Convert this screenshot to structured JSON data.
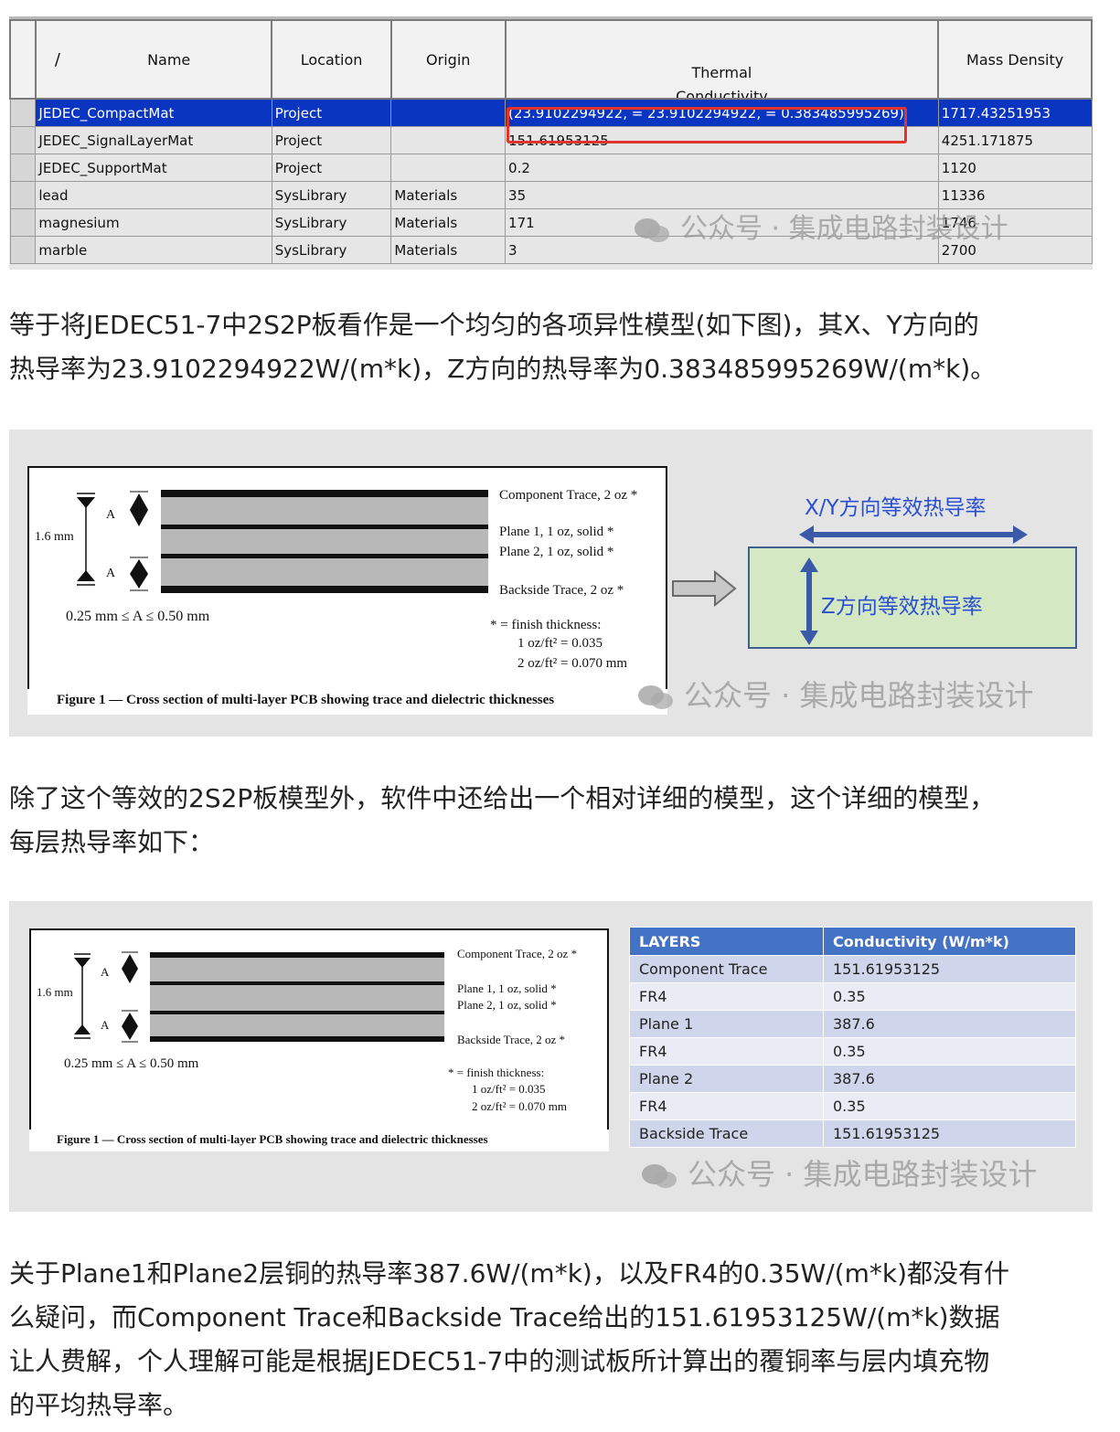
{
  "materials": {
    "headers": {
      "corner_mark": "/",
      "name": "Name",
      "location": "Location",
      "origin": "Origin",
      "thermal_line1": "Thermal",
      "thermal_line2": "Conductivity",
      "mass_density": "Mass Density"
    },
    "rows": [
      {
        "name": "JEDEC_CompactMat",
        "location": "Project",
        "origin": "",
        "conductivity": "(23.9102294922,  = 23.9102294922,  = 0.383485995269)",
        "density": "1717.43251953",
        "selected": true
      },
      {
        "name": "JEDEC_SignalLayerMat",
        "location": "Project",
        "origin": "",
        "conductivity": "151.61953125",
        "density": "4251.171875"
      },
      {
        "name": "JEDEC_SupportMat",
        "location": "Project",
        "origin": "",
        "conductivity": "0.2",
        "density": "1120"
      },
      {
        "name": "lead",
        "location": "SysLibrary",
        "origin": "Materials",
        "conductivity": "35",
        "density": "11336"
      },
      {
        "name": "magnesium",
        "location": "SysLibrary",
        "origin": "Materials",
        "conductivity": "171",
        "density": "1746"
      },
      {
        "name": "marble",
        "location": "SysLibrary",
        "origin": "Materials",
        "conductivity": "3",
        "density": "2700"
      }
    ]
  },
  "watermark": "公众号 · 集成电路封装设计",
  "paragraphs": {
    "p1_l1": "等于将JEDEC51-7中2S2P板看作是一个均匀的各项异性模型(如下图)，其X、Y方向的",
    "p1_l2": "热导率为23.9102294922W/(m*k)，Z方向的热导率为0.383485995269W/(m*k)。",
    "p2_l1": "除了这个等效的2S2P板模型外，软件中还给出一个相对详细的模型，这个详细的模型，",
    "p2_l2": "每层热导率如下：",
    "p3_l1": "关于Plane1和Plane2层铜的热导率387.6W/(m*k)，以及FR4的0.35W/(m*k)都没有什",
    "p3_l2": "么疑问，而Component Trace和Backside Trace给出的151.61953125W/(m*k)数据",
    "p3_l3": "让人费解，个人理解可能是根据JEDEC51-7中的测试板所计算出的覆铜率与层内填充物",
    "p3_l4": "的平均热导率。"
  },
  "figure": {
    "dim_a": "A",
    "thickness": "1.6 mm",
    "range": "0.25 mm ≤ A ≤ 0.50 mm",
    "component_trace": "Component Trace, 2 oz *",
    "plane1": "Plane 1, 1 oz, solid *",
    "plane2": "Plane 2, 1 oz, solid *",
    "backside_trace": "Backside Trace, 2 oz *",
    "finish_title": "* = finish thickness:",
    "finish_1oz": "1 oz/ft² = 0.035",
    "finish_2oz": "2 oz/ft² = 0.070 mm",
    "caption": "Figure 1 — Cross section of multi-layer PCB showing trace and dielectric thicknesses"
  },
  "equiv_model": {
    "xy_label": "X/Y方向等效热导率",
    "z_label": "Z方向等效热导率",
    "colors": {
      "block_fill": "#d5e8c4",
      "block_border": "#3f5f8f",
      "arrow": "#3a5aa8",
      "label": "#2a4fd0"
    }
  },
  "layers_table": {
    "header_layer": "LAYERS",
    "header_cond": "Conductivity (W/m*k)",
    "rows": [
      {
        "layer": "Component Trace",
        "value": "151.61953125"
      },
      {
        "layer": "FR4",
        "value": "0.35"
      },
      {
        "layer": "Plane 1",
        "value": "387.6"
      },
      {
        "layer": "FR4",
        "value": "0.35"
      },
      {
        "layer": "Plane 2",
        "value": "387.6"
      },
      {
        "layer": "FR4",
        "value": "0.35"
      },
      {
        "layer": "Backside Trace",
        "value": "151.61953125"
      }
    ]
  }
}
